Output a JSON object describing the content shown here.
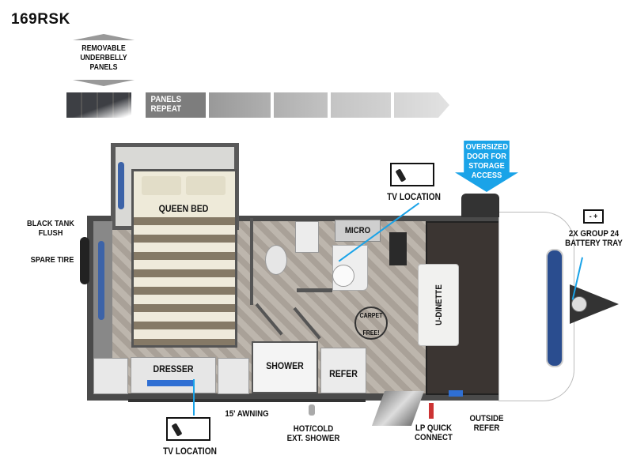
{
  "model": "169RSK",
  "underbelly": {
    "label": "REMOVABLE UNDERBELLY PANELS",
    "repeat_label": "PANELS REPEAT"
  },
  "rooms": {
    "queen_bed": "QUEEN BED",
    "micro": "MICRO",
    "u_dinette": "U-DINETTE",
    "dresser": "DRESSER",
    "shower": "SHOWER",
    "refer": "REFER",
    "carpet_free_top": "CARPET",
    "carpet_free_bottom": "FREE!"
  },
  "callouts": {
    "black_tank_flush": "BLACK TANK FLUSH",
    "spare_tire": "SPARE TIRE",
    "tv_location_top": "TV LOCATION",
    "tv_location_bottom": "TV LOCATION",
    "oversized_door": "OVERSIZED DOOR FOR STORAGE ACCESS",
    "battery_tray": "2X GROUP 24 BATTERY TRAY",
    "battery_symbol": "- +",
    "awning": "15' AWNING",
    "hot_cold_shower": "HOT/COLD EXT. SHOWER",
    "lp_quick_connect": "LP QUICK CONNECT",
    "outside_refer": "OUTSIDE REFER"
  },
  "colors": {
    "accent": "#1aa3e8",
    "wall": "#555555",
    "dinette": "#3b3532"
  }
}
